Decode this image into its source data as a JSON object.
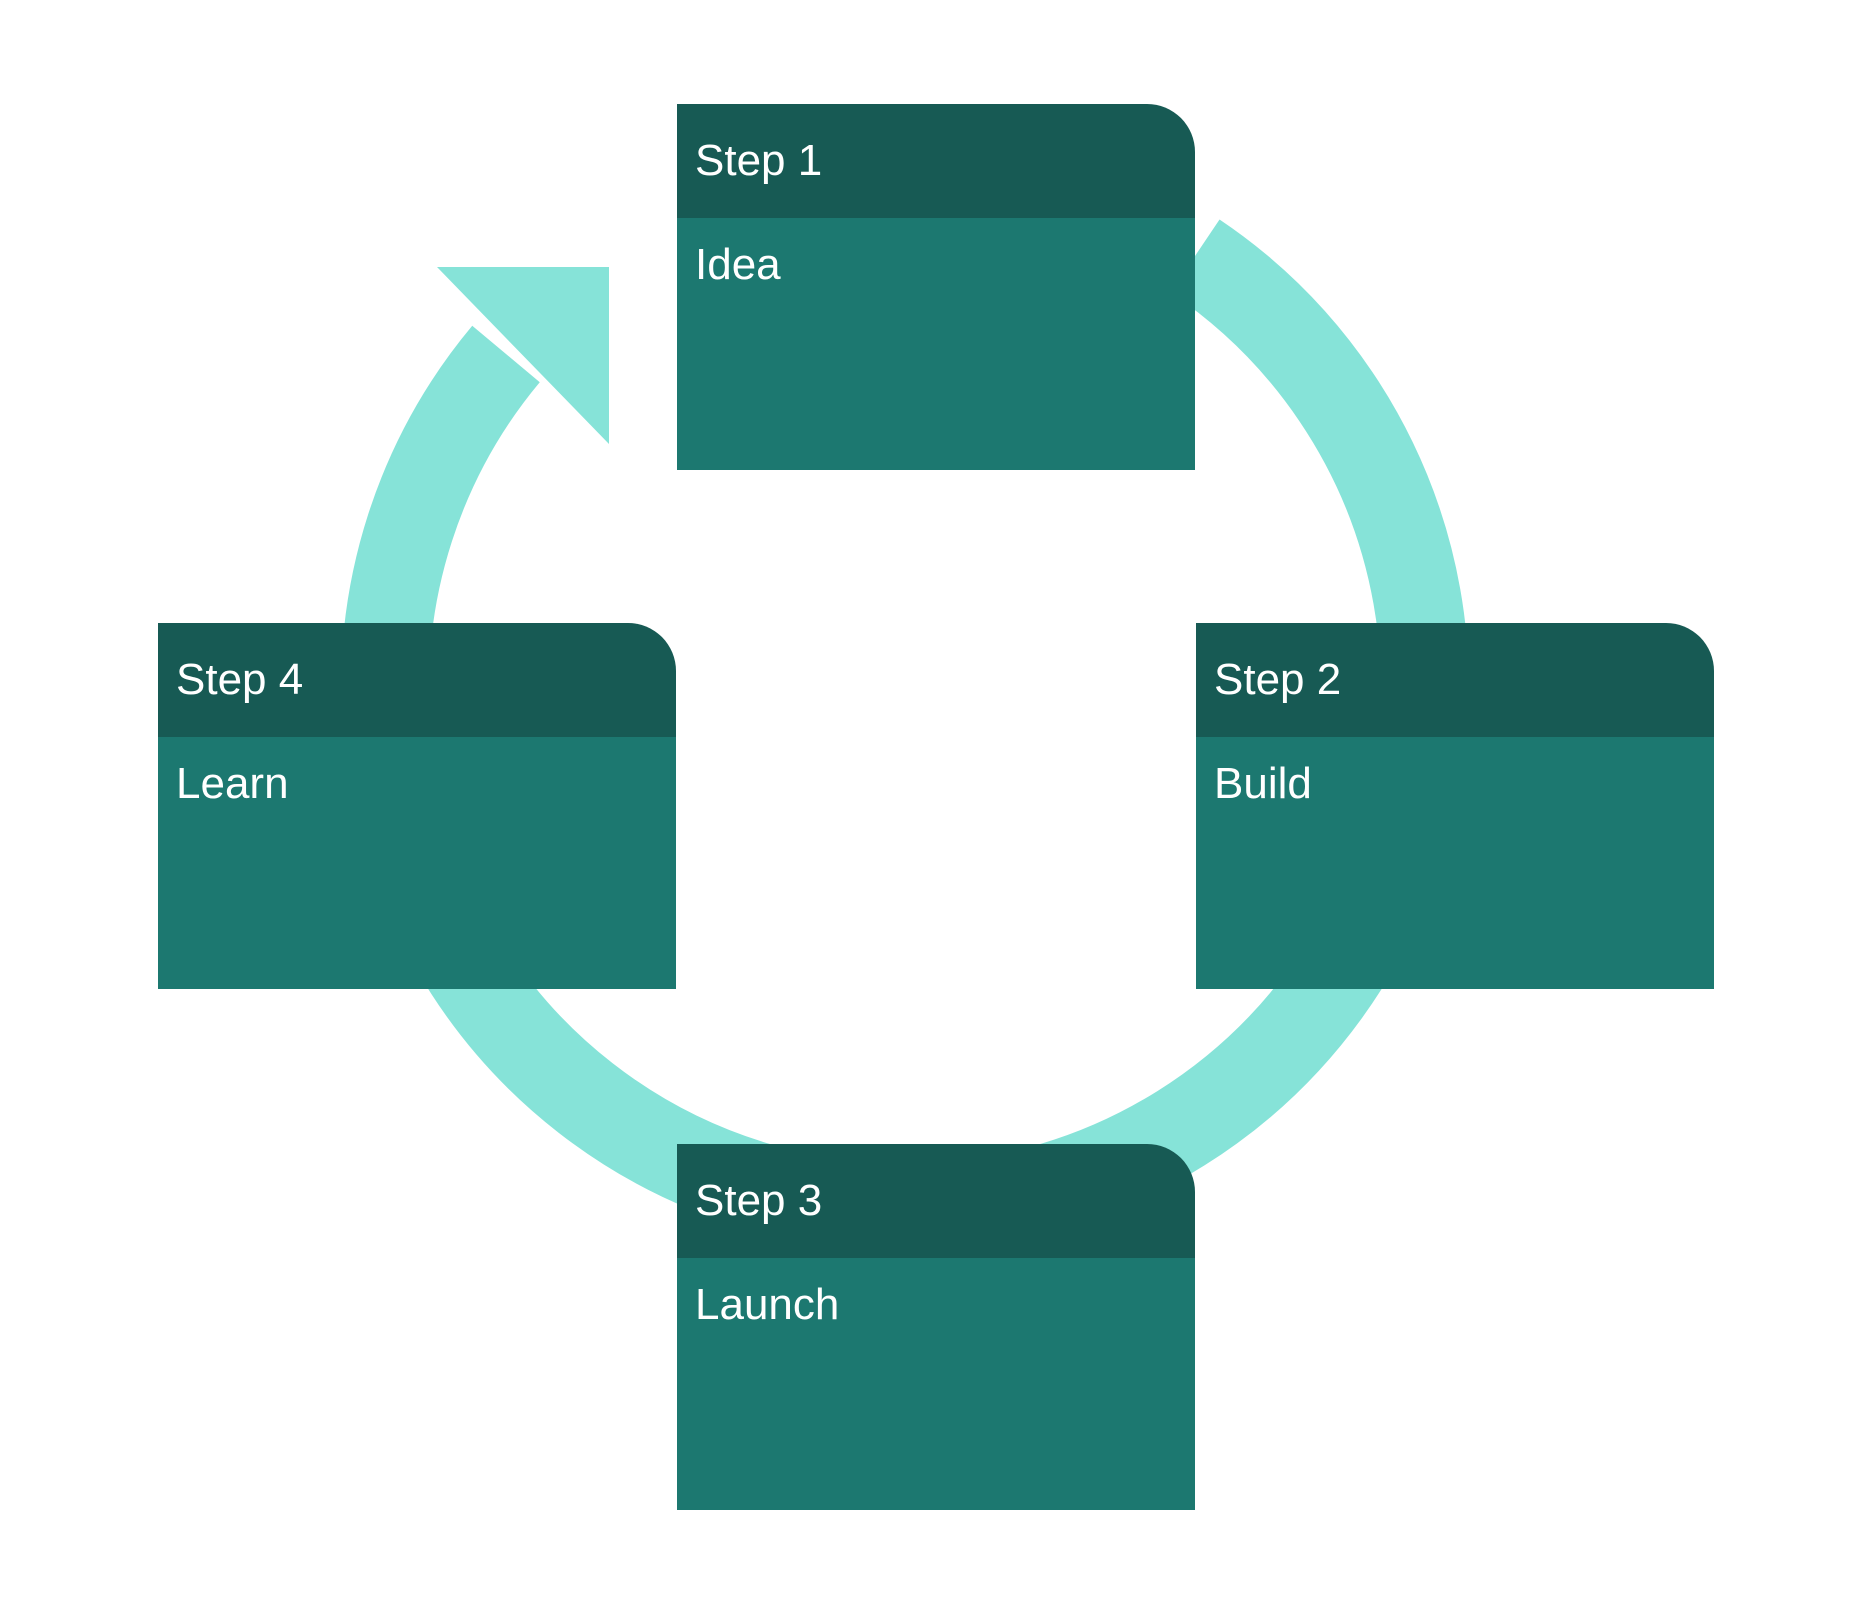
{
  "colors": {
    "ring": "#86e3d8",
    "header": "#175a54",
    "body": "#1c7870",
    "text": "#ffffff",
    "background": "#ffffff"
  },
  "steps": [
    {
      "title": "Step 1",
      "label": "Idea"
    },
    {
      "title": "Step 2",
      "label": "Build"
    },
    {
      "title": "Step 3",
      "label": "Launch"
    },
    {
      "title": "Step 4",
      "label": "Learn"
    }
  ]
}
